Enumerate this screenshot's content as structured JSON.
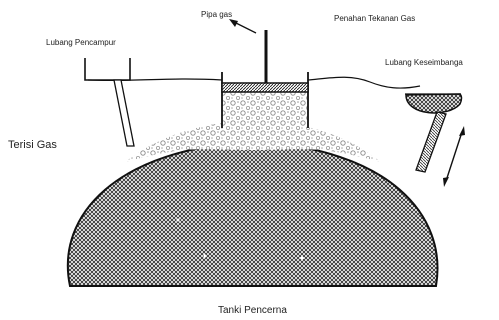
{
  "labels": {
    "pipa_gas": "Pipa gas",
    "penahan_tekanan": "Penahan Tekanan Gas",
    "lubang_pencampur": "Lubang Pencampur",
    "lubang_keseimbangan": "Lubang Keseimbanga",
    "terisi_gas": "Terisi Gas",
    "tanki_pencerna": "Tanki Pencerna"
  },
  "colors": {
    "line": "#111111",
    "slurry_dark": "#2b2b2b",
    "gas_light": "#9a9a9a",
    "background": "#ffffff"
  },
  "icons": {
    "gas_arrow": "arrow-up-left",
    "balance_arrow": "double-headed-arrow"
  }
}
